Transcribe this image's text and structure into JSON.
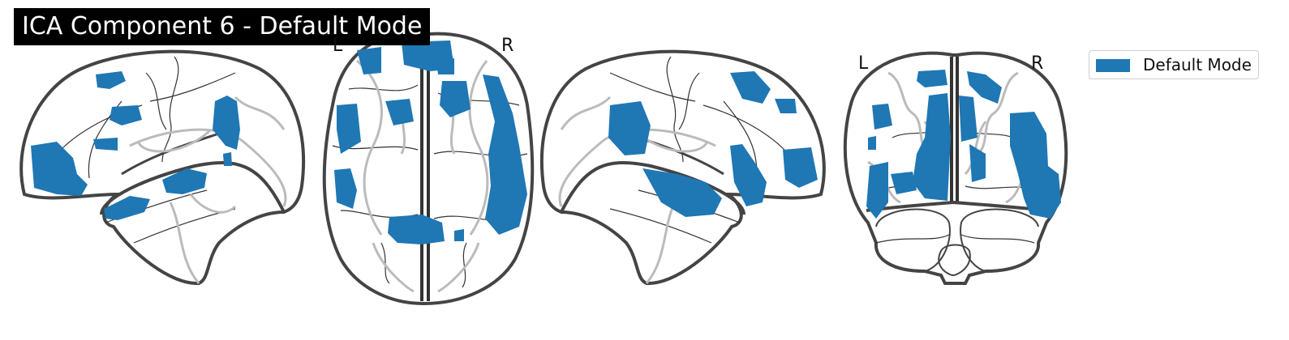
{
  "title": "ICA Component 6 - Default Mode",
  "legend": {
    "label": "Default Mode",
    "color": "#1f77b4"
  },
  "views": [
    {
      "name": "sagittal-left",
      "orientation_labels": []
    },
    {
      "name": "axial",
      "orientation_labels": [
        "L",
        "R"
      ]
    },
    {
      "name": "sagittal-right",
      "orientation_labels": []
    },
    {
      "name": "coronal",
      "orientation_labels": [
        "L",
        "R"
      ]
    }
  ],
  "colors": {
    "outline": "#444444",
    "sulci": "#bbbbbb",
    "blob": "#1f77b4"
  }
}
